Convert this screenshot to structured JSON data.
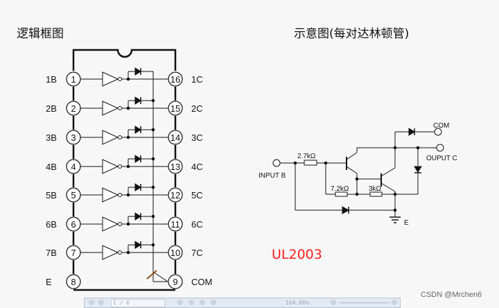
{
  "titles": {
    "logic": "逻辑框图",
    "schematic": "示意图(每对达林顿管)"
  },
  "chip": {
    "left_pins": [
      {
        "num": "1",
        "label": "1B"
      },
      {
        "num": "2",
        "label": "2B"
      },
      {
        "num": "3",
        "label": "3B"
      },
      {
        "num": "4",
        "label": "4B"
      },
      {
        "num": "5",
        "label": "5B"
      },
      {
        "num": "6",
        "label": "6B"
      },
      {
        "num": "7",
        "label": "7B"
      },
      {
        "num": "8",
        "label": "E"
      }
    ],
    "right_pins": [
      {
        "num": "16",
        "label": "1C"
      },
      {
        "num": "15",
        "label": "2C"
      },
      {
        "num": "14",
        "label": "3C"
      },
      {
        "num": "13",
        "label": "4C"
      },
      {
        "num": "12",
        "label": "5C"
      },
      {
        "num": "11",
        "label": "6C"
      },
      {
        "num": "10",
        "label": "7C"
      },
      {
        "num": "9",
        "label": "COM"
      }
    ]
  },
  "schematic": {
    "input": "INPUT B",
    "com": "COM",
    "output": "OUPUT C",
    "ground": "E",
    "r1": "2.7kΩ",
    "r2": "7.2kΩ",
    "r3": "3kΩ"
  },
  "part_number": "UL2003",
  "watermark": "CSDN @Mrchen6",
  "viewer_toolbar": {
    "page": "1 / 6",
    "zoom": "164.06%"
  }
}
